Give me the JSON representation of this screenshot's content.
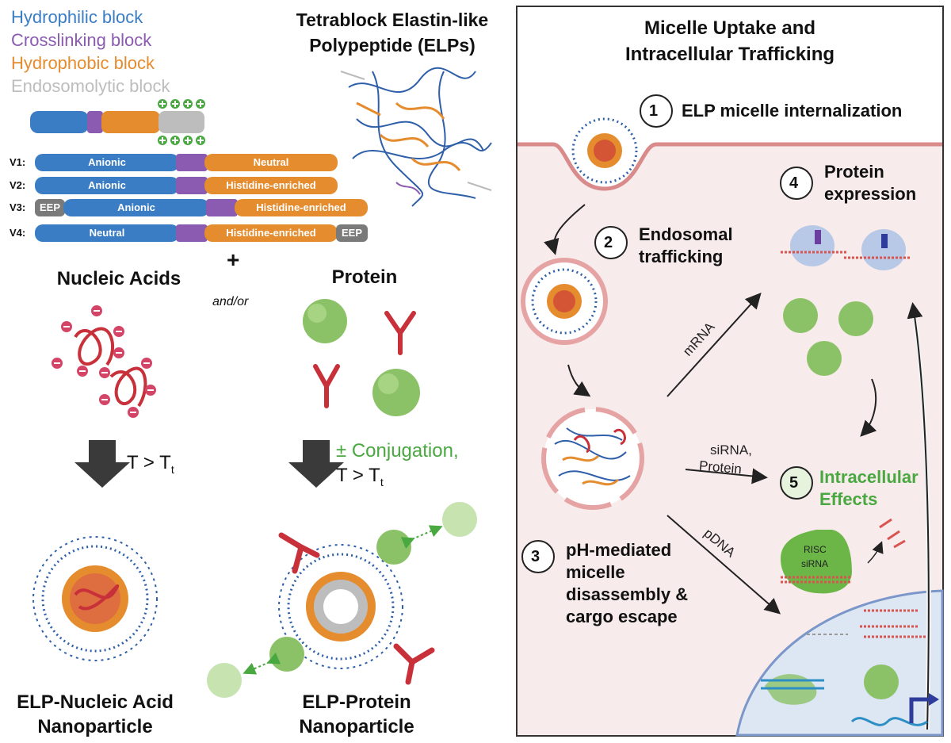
{
  "legend": {
    "hydrophilic": {
      "label": "Hydrophilic block",
      "color": "#3a7dc4"
    },
    "crosslinking": {
      "label": "Crosslinking block",
      "color": "#8a5bb0"
    },
    "hydrophobic": {
      "label": "Hydrophobic block",
      "color": "#e58c2e"
    },
    "endosomolytic": {
      "label": "Endosomolytic block",
      "color": "#bdbdbd"
    }
  },
  "title_left": {
    "line1": "Tetrablock Elastin-like",
    "line2": "Polypeptide (ELPs)"
  },
  "variants": [
    {
      "name": "V1:",
      "blocks": [
        "Anionic",
        "",
        "Neutral"
      ]
    },
    {
      "name": "V2:",
      "blocks": [
        "Anionic",
        "",
        "Histidine-enriched"
      ]
    },
    {
      "name": "V3:",
      "blocks": [
        "EEP",
        "Anionic",
        "",
        "Histidine-enriched"
      ]
    },
    {
      "name": "V4:",
      "blocks": [
        "Neutral",
        "",
        "Histidine-enriched",
        "EEP"
      ]
    }
  ],
  "plus": "+",
  "and_or": "and/or",
  "cargo": {
    "nucleic": "Nucleic Acids",
    "protein": "Protein"
  },
  "conditions": {
    "left": {
      "main": "T > T",
      "sub": "t"
    },
    "right": {
      "line1": "± Conjugation,",
      "line2_main": "T > T",
      "line2_sub": "t"
    }
  },
  "products": {
    "nucleic": {
      "line1": "ELP-Nucleic Acid",
      "line2": "Nanoparticle"
    },
    "protein": {
      "line1": "ELP-Protein",
      "line2": "Nanoparticle"
    }
  },
  "panel": {
    "title1": "Micelle Uptake and",
    "title2": "Intracellular Trafficking",
    "steps": [
      {
        "num": "1",
        "label": "ELP micelle internalization"
      },
      {
        "num": "2",
        "line1": "Endosomal",
        "line2": "trafficking"
      },
      {
        "num": "3",
        "line1": "pH-mediated",
        "line2": "micelle",
        "line3": "disassembly &",
        "line4": "cargo escape"
      },
      {
        "num": "4",
        "line1": "Protein",
        "line2": "expression"
      },
      {
        "num": "5",
        "line1": "Intracellular",
        "line2": "Effects",
        "color": "#4aa840"
      }
    ],
    "arrow_labels": {
      "mrna": "mRNA",
      "sirna1": "siRNA,",
      "sirna2": "Protein",
      "pdna": "pDNA"
    },
    "risc": "RISC",
    "sirna": "siRNA"
  }
}
